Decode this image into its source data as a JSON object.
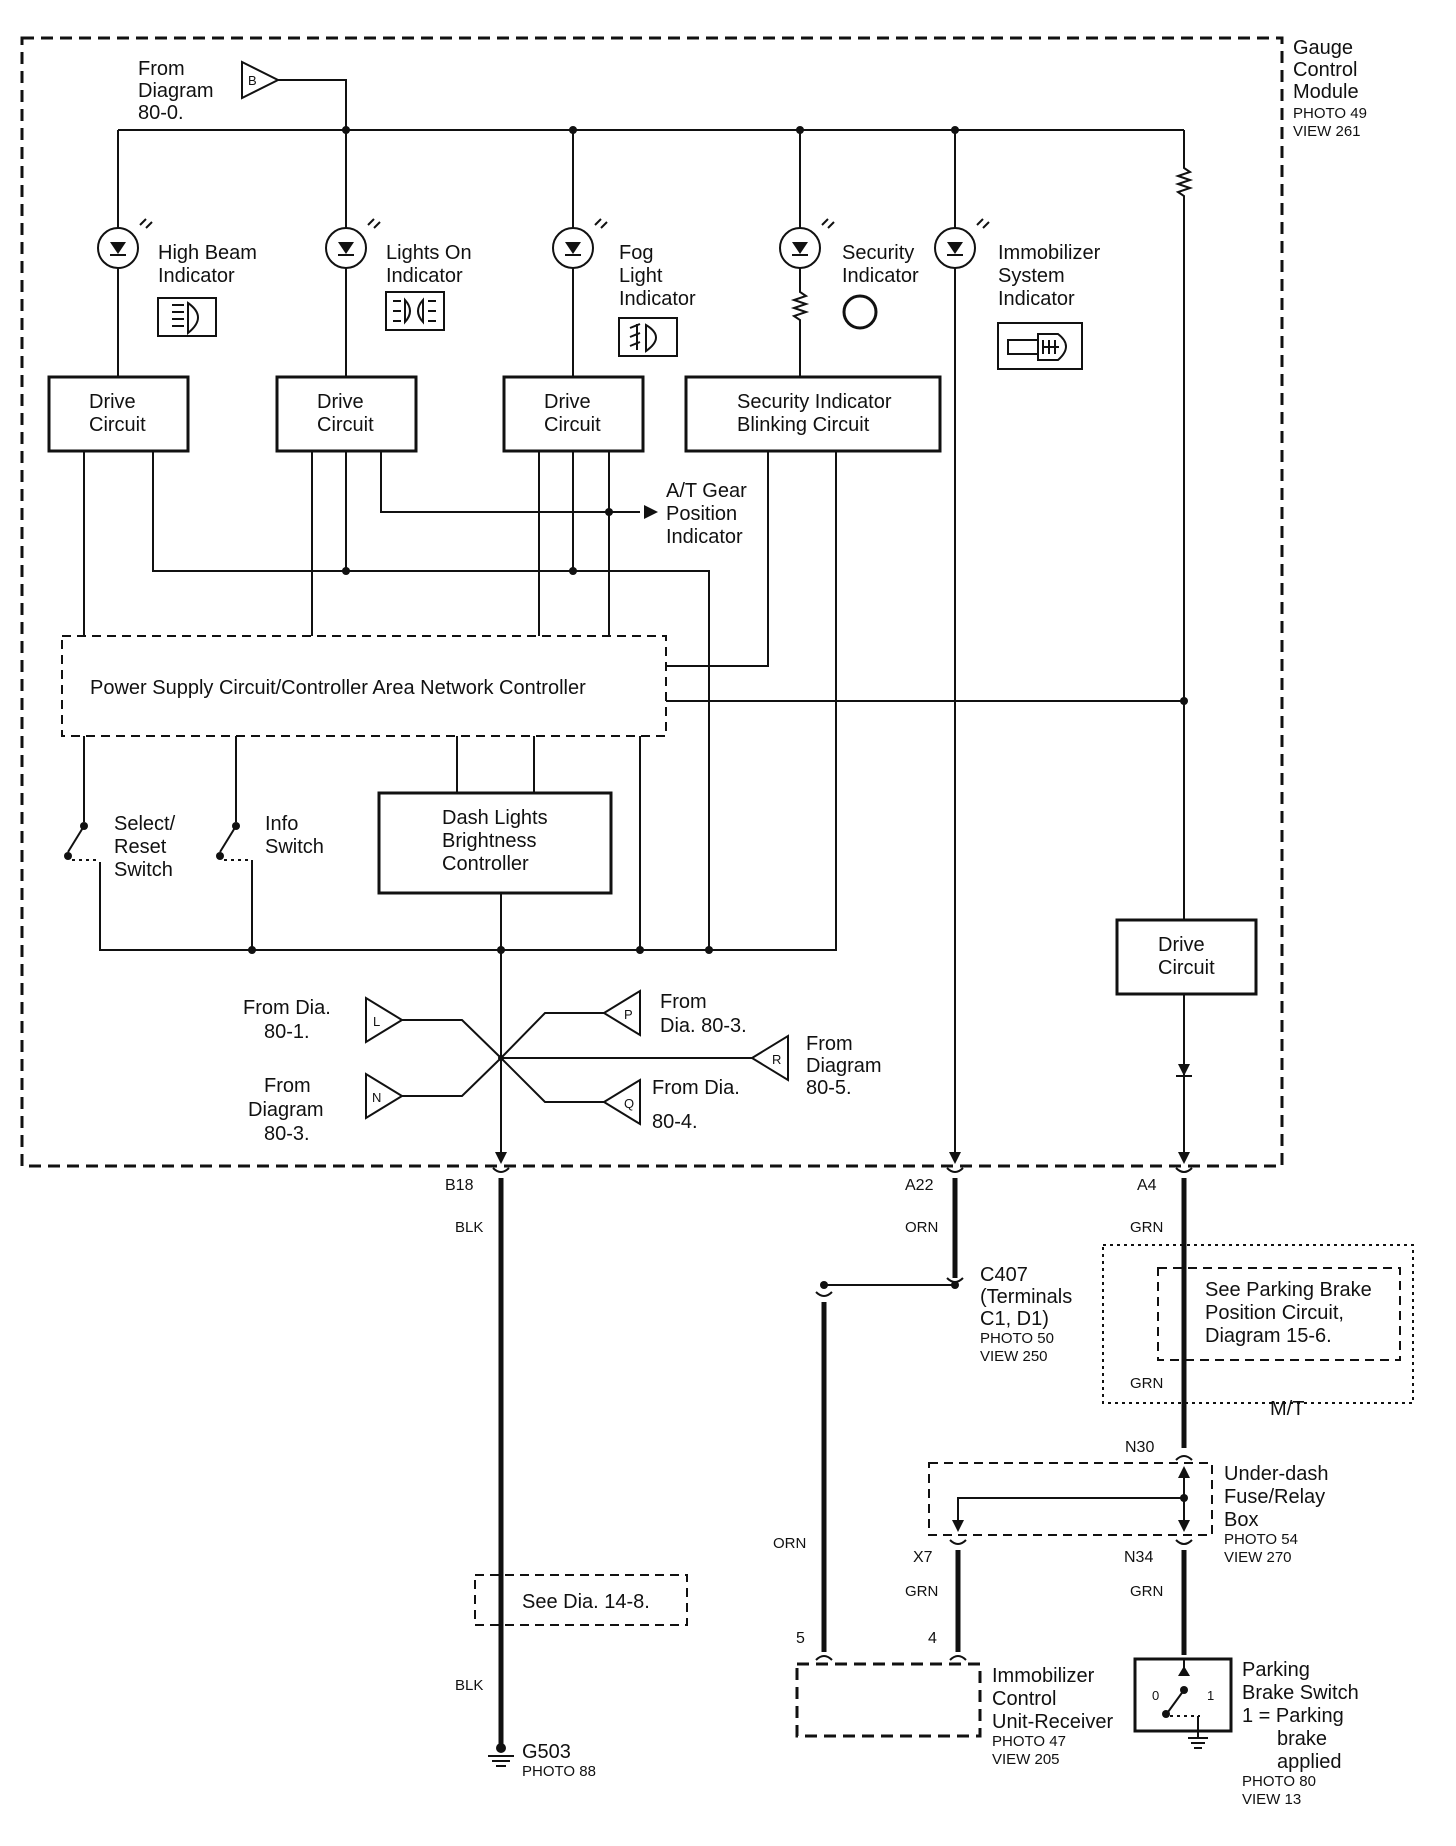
{
  "module": {
    "name": [
      "Gauge",
      "Control",
      "Module"
    ],
    "photo": "PHOTO 49",
    "view": "VIEW 261"
  },
  "source_b": {
    "letter": "B",
    "text": [
      "From",
      "Diagram",
      "80-0."
    ]
  },
  "indicators": {
    "high_beam": [
      "High Beam",
      "Indicator"
    ],
    "lights_on": [
      "Lights On",
      "Indicator"
    ],
    "fog": [
      "Fog",
      "Light",
      "Indicator"
    ],
    "security": [
      "Security",
      "Indicator"
    ],
    "immobilizer": [
      "Immobilizer",
      "System",
      "Indicator"
    ]
  },
  "boxes": {
    "drive_circuit": [
      "Drive",
      "Circuit"
    ],
    "security_blink": [
      "Security Indicator",
      "Blinking Circuit"
    ],
    "power_supply": "Power Supply Circuit/Controller Area Network Controller",
    "dash_lights": [
      "Dash Lights",
      "Brightness",
      "Controller"
    ]
  },
  "at_gear": [
    "A/T Gear",
    "Position",
    "Indicator"
  ],
  "switches": {
    "select_reset": [
      "Select/",
      "Reset",
      "Switch"
    ],
    "info": [
      "Info",
      "Switch"
    ]
  },
  "inputs": {
    "L": {
      "letter": "L",
      "text": [
        "From Dia.",
        "80-1."
      ]
    },
    "N": {
      "letter": "N",
      "text": [
        "From",
        "Diagram",
        "80-3."
      ]
    },
    "P": {
      "letter": "P",
      "text": [
        "From",
        "Dia. 80-3."
      ]
    },
    "R": {
      "letter": "R",
      "text": [
        "From",
        "Diagram",
        "80-5."
      ]
    },
    "Q": {
      "letter": "Q",
      "text": [
        "From Dia.",
        "80-4."
      ]
    }
  },
  "terminals": {
    "b18": "B18",
    "a22": "A22",
    "a4": "A4",
    "n30": "N30",
    "x7": "X7",
    "n34": "N34",
    "pin5": "5",
    "pin4": "4"
  },
  "wires": {
    "blk": "BLK",
    "orn": "ORN",
    "grn": "GRN"
  },
  "c407": {
    "name": "C407",
    "terms": [
      "(Terminals",
      "C1, D1)"
    ],
    "photo": "PHOTO 50",
    "view": "VIEW 250"
  },
  "parking_ref": {
    "text": [
      "See Parking Brake",
      "Position Circuit,",
      "Diagram 15-6."
    ],
    "mt": "M/T"
  },
  "fuse_box": {
    "name": [
      "Under-dash",
      "Fuse/Relay",
      "Box"
    ],
    "photo": "PHOTO 54",
    "view": "VIEW 270"
  },
  "see_dia": "See Dia. 14-8.",
  "ground": {
    "name": "G503",
    "photo": "PHOTO 88"
  },
  "immob_unit": {
    "name": [
      "Immobilizer",
      "Control",
      "Unit-Receiver"
    ],
    "photo": "PHOTO 47",
    "view": "VIEW 205"
  },
  "park_switch": {
    "name": [
      "Parking",
      "Brake Switch",
      "1 = Parking",
      "brake",
      "applied"
    ],
    "photo": "PHOTO 80",
    "view": "VIEW 13",
    "pos0": "0",
    "pos1": "1"
  }
}
